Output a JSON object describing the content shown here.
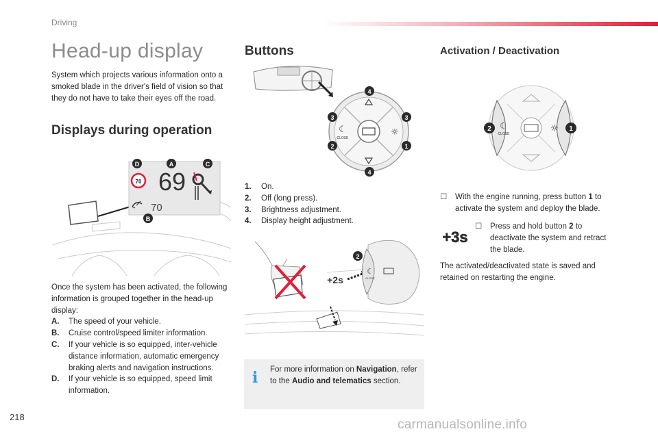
{
  "header": {
    "section": "Driving"
  },
  "page": {
    "number": "218",
    "watermark": "carmanualsonline.info"
  },
  "hud": {
    "title": "Head-up display",
    "intro": "System which projects various information onto a smoked blade in the driver's field of vision so that they do not have to take their eyes off the road."
  },
  "displays": {
    "heading": "Displays during operation",
    "figure": {
      "marker_d": "D",
      "marker_a": "A",
      "marker_c": "C",
      "marker_b": "B",
      "speed_limit": "70",
      "speed": "69",
      "cruise": "70"
    },
    "lead": "Once the system has been activated, the following information is grouped together in the head-up display:",
    "items": [
      {
        "key": "A.",
        "text": "The speed of your vehicle."
      },
      {
        "key": "B.",
        "text": "Cruise control/speed limiter information."
      },
      {
        "key": "C.",
        "text": "If your vehicle is so equipped, inter-vehicle distance information, automatic emergency braking alerts and navigation instructions."
      },
      {
        "key": "D.",
        "text": "If your vehicle is so equipped, speed limit information."
      }
    ]
  },
  "buttons": {
    "heading": "Buttons",
    "figure": {
      "n1": "1",
      "n2": "2",
      "n3a": "3",
      "n3b": "3",
      "n4a": "4",
      "n4b": "4",
      "close": "CLOSE",
      "press2": "2",
      "hold": "+2s",
      "close2": "CLOSE"
    },
    "items": [
      {
        "key": "1.",
        "text": "On."
      },
      {
        "key": "2.",
        "text": "Off (long press)."
      },
      {
        "key": "3.",
        "text": "Brightness adjustment."
      },
      {
        "key": "4.",
        "text": "Display height adjustment."
      }
    ],
    "info": {
      "t1": "For more information on ",
      "nav": "Navigation",
      "t2": ", refer to the ",
      "audio": "Audio and telematics",
      "t3": " section."
    }
  },
  "activation": {
    "heading": "Activation / Deactivation",
    "figure": {
      "n1": "1",
      "n2": "2",
      "close": "CLOSE",
      "hold": "+3s"
    },
    "step1": {
      "pre": "With the engine running, press button ",
      "num": "1",
      "post": " to activate the system and deploy the blade."
    },
    "step2": {
      "pre": "Press and hold button ",
      "num": "2",
      "post": " to deactivate the system and retract the blade."
    },
    "saved": "The activated/deactivated state is saved and retained on restarting the engine."
  },
  "icons": {
    "bullet": "checkbox-bullet-icon",
    "info": "info-icon"
  },
  "colors": {
    "accent_red": "#e21e38",
    "info_blue": "#2a9dd8",
    "marker_dark": "#2b2b2b"
  }
}
